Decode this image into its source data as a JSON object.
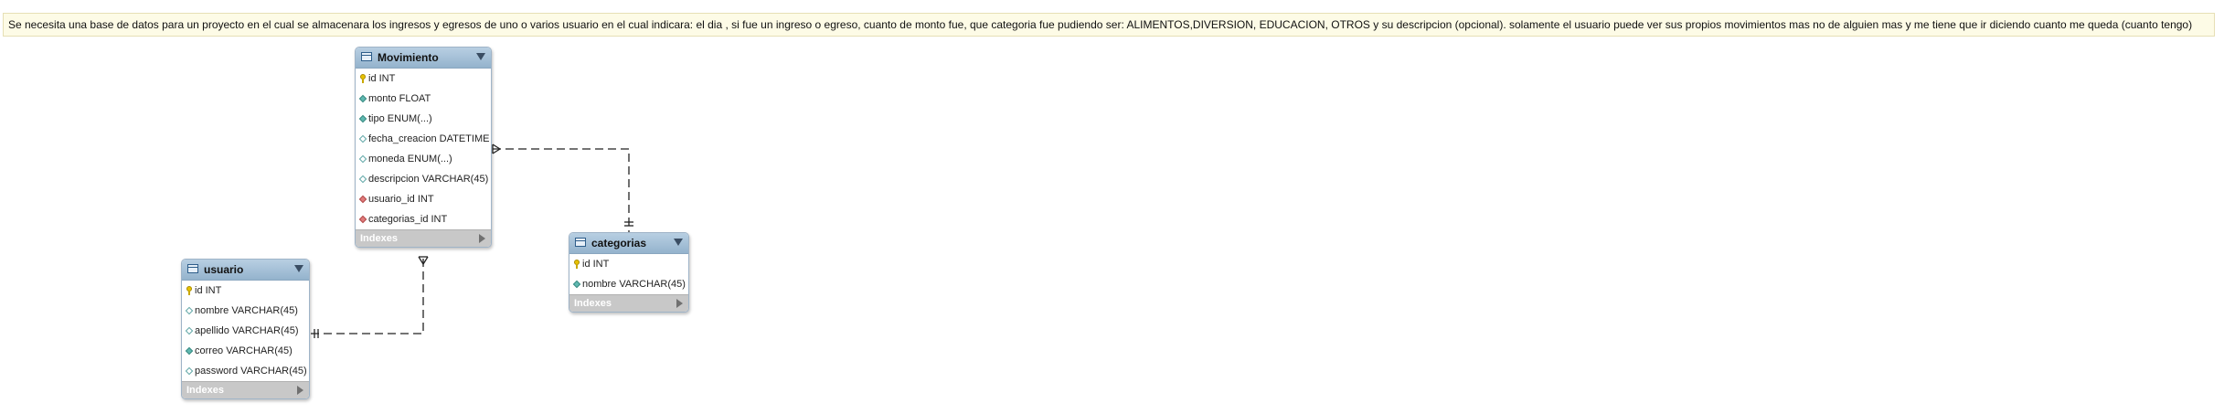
{
  "note": "Se necesita una base de datos para un proyecto en el cual se almacenara los ingresos y egresos de uno o varios usuario en el cual indicara: el dia , si fue un ingreso o egreso,  cuanto de monto fue,  que categoria fue pudiendo ser: ALIMENTOS,DIVERSION, EDUCACION, OTROS y su descripcion (opcional). solamente el usuario puede ver sus propios movimientos mas no de alguien mas y me tiene que ir diciendo cuanto me queda (cuanto tengo)",
  "indexes_label": "Indexes",
  "tables": {
    "movimiento": {
      "title": "Movimiento",
      "columns": [
        {
          "name": "id INT",
          "kind": "pk"
        },
        {
          "name": "monto FLOAT",
          "kind": "nn"
        },
        {
          "name": "tipo ENUM(...)",
          "kind": "nn"
        },
        {
          "name": "fecha_creacion DATETIME",
          "kind": "col"
        },
        {
          "name": "moneda ENUM(...)",
          "kind": "col"
        },
        {
          "name": "descripcion VARCHAR(45)",
          "kind": "col"
        },
        {
          "name": "usuario_id INT",
          "kind": "fk"
        },
        {
          "name": "categorias_id INT",
          "kind": "fk"
        }
      ]
    },
    "usuario": {
      "title": "usuario",
      "columns": [
        {
          "name": "id INT",
          "kind": "pk"
        },
        {
          "name": "nombre VARCHAR(45)",
          "kind": "col"
        },
        {
          "name": "apellido VARCHAR(45)",
          "kind": "col"
        },
        {
          "name": "correo VARCHAR(45)",
          "kind": "nn"
        },
        {
          "name": "password VARCHAR(45)",
          "kind": "col"
        }
      ]
    },
    "categorias": {
      "title": "categorias",
      "columns": [
        {
          "name": "id INT",
          "kind": "pk"
        },
        {
          "name": "nombre VARCHAR(45)",
          "kind": "nn"
        }
      ]
    }
  },
  "relationships": [
    {
      "from": "usuario",
      "to": "movimiento",
      "from_cardinality": "one",
      "to_cardinality": "many"
    },
    {
      "from": "categorias",
      "to": "movimiento",
      "from_cardinality": "one",
      "to_cardinality": "many"
    }
  ]
}
